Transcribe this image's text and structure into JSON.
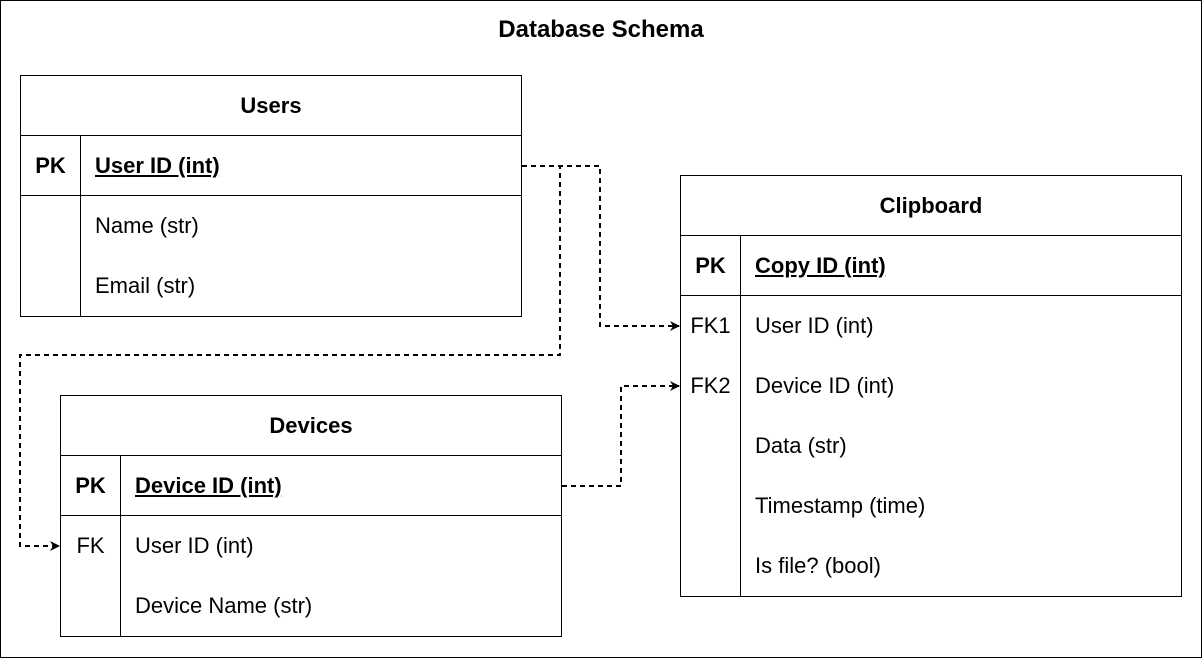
{
  "title": "Database Schema",
  "entities": {
    "users": {
      "name": "Users",
      "pk_label": "PK",
      "pk_field": "User ID (int)",
      "rows": [
        {
          "key": "",
          "field": "Name (str)"
        },
        {
          "key": "",
          "field": "Email (str)"
        }
      ]
    },
    "devices": {
      "name": "Devices",
      "pk_label": "PK",
      "pk_field": "Device ID (int)",
      "rows": [
        {
          "key": "FK",
          "field": "User ID (int)"
        },
        {
          "key": "",
          "field": "Device Name (str)"
        }
      ]
    },
    "clipboard": {
      "name": "Clipboard",
      "pk_label": "PK",
      "pk_field": "Copy ID (int)",
      "rows": [
        {
          "key": "FK1",
          "field": "User ID (int)"
        },
        {
          "key": "FK2",
          "field": "Device ID (int)"
        },
        {
          "key": "",
          "field": "Data (str)"
        },
        {
          "key": "",
          "field": "Timestamp (time)"
        },
        {
          "key": "",
          "field": "Is file? (bool)"
        }
      ]
    }
  },
  "relationships": [
    {
      "from": "Users.User ID",
      "to": "Clipboard.FK1"
    },
    {
      "from": "Users.User ID",
      "to": "Devices.FK"
    },
    {
      "from": "Devices.Device ID",
      "to": "Clipboard.FK2"
    }
  ],
  "colors": {
    "line": "#000000",
    "background": "#ffffff"
  }
}
